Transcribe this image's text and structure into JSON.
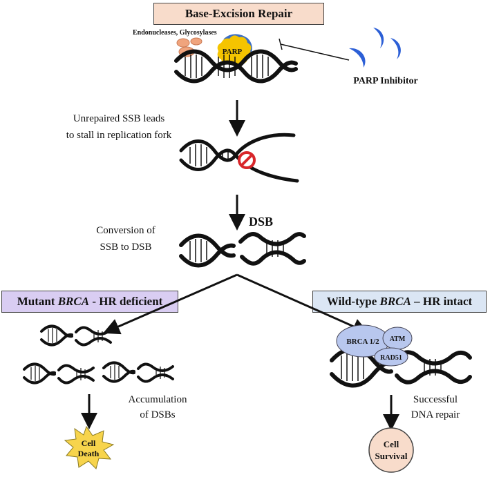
{
  "top_box": {
    "label": "Base-Excision Repair",
    "color": "#f8dccb"
  },
  "enzymes_label": "Endonucleases, Glycosylases",
  "parp_label": "PARP",
  "inhibitor_label": "PARP Inhibitor",
  "step1_text": [
    "Unrepaired SSB leads",
    "to stall in replication fork"
  ],
  "step2_text": [
    "Conversion of",
    "SSB to DSB"
  ],
  "dsb_label": "DSB",
  "left_box": {
    "prefix": "Mutant ",
    "gene": "BRCA",
    "suffix": " - HR deficient",
    "color": "#d9cdf2"
  },
  "right_box": {
    "prefix": "Wild-type ",
    "gene": "BRCA",
    "suffix": " – HR intact",
    "color": "#dbe6f4"
  },
  "accumulation_text": [
    "Accumulation",
    "of DSBs"
  ],
  "cell_death": [
    "Cell",
    "Death"
  ],
  "repair_text": [
    "Successful",
    "DNA repair"
  ],
  "cell_survival": [
    "Cell",
    "Survival"
  ],
  "proteins": {
    "brca": "BRCA 1/2",
    "atm": "ATM",
    "rad51": "RAD51"
  },
  "colors": {
    "parp_yellow": "#f5c400",
    "parp_blue": "#3d6fc4",
    "enzyme_orange": "#f0a47d",
    "inhibitor_blue": "#2c5fd6",
    "protein_fill": "#b8c7ee",
    "death_fill": "#f7d44c",
    "survival_fill": "#f8dccb",
    "stop_red": "#d8262a"
  }
}
